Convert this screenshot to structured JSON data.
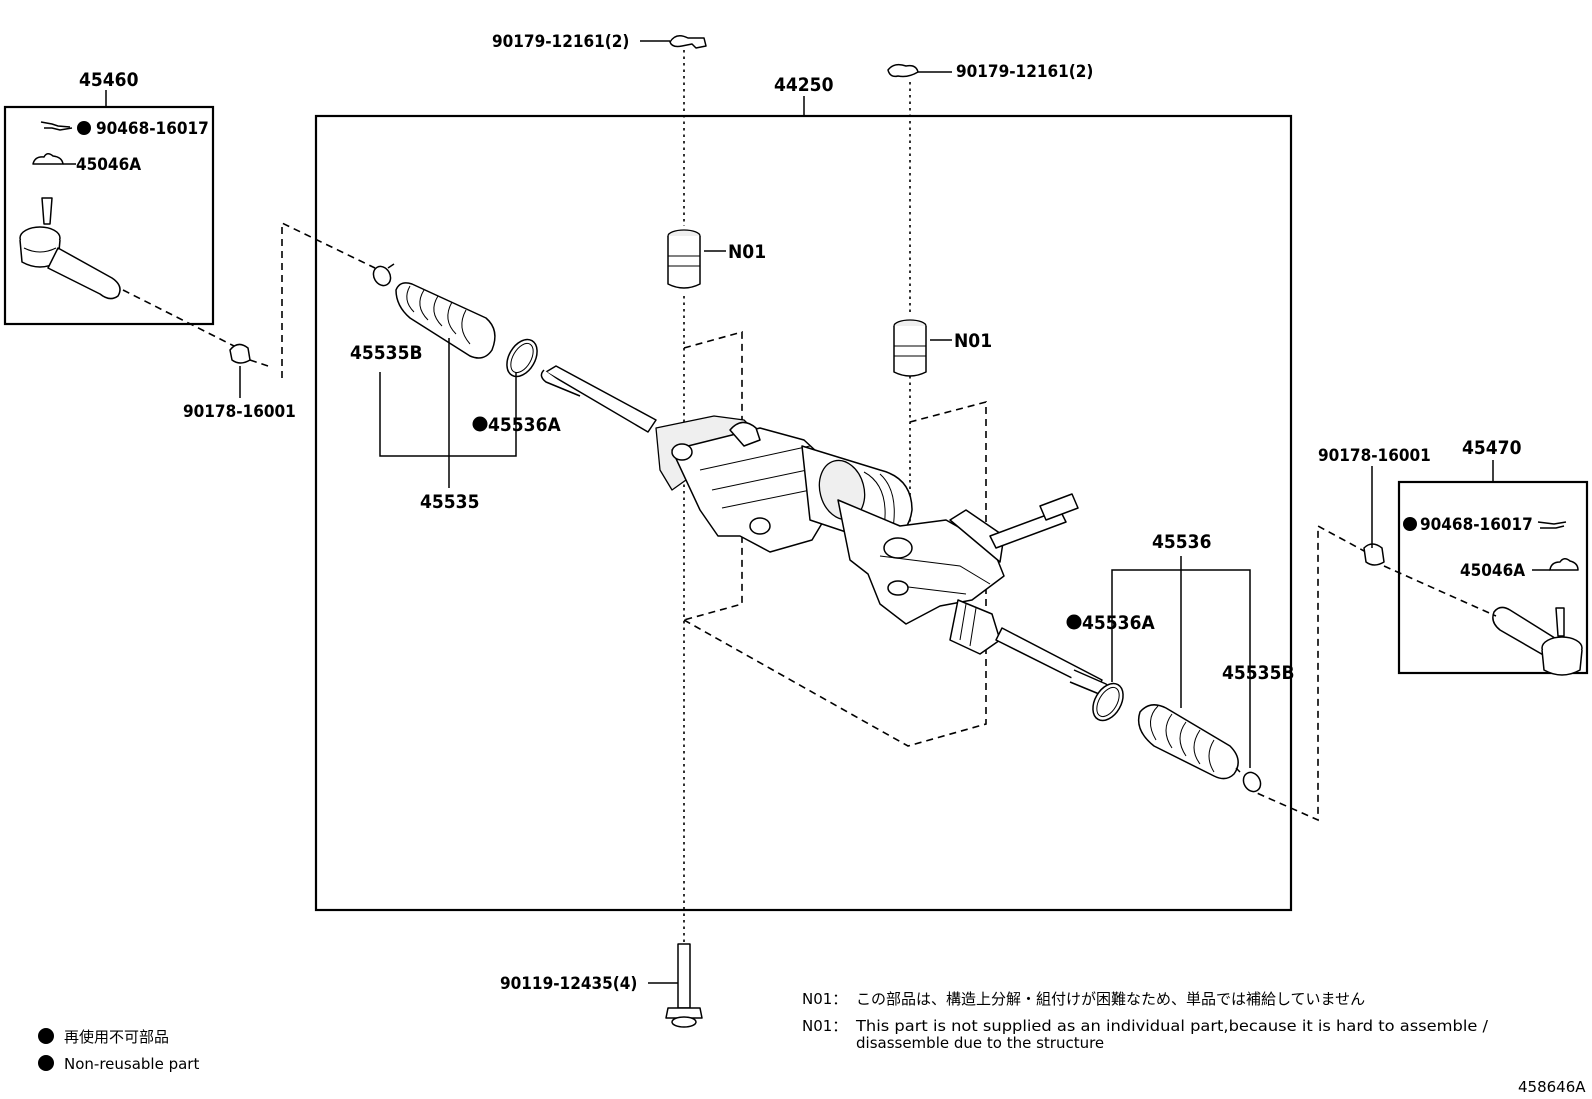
{
  "labels": {
    "assembly_main": "44250",
    "tie_rod_end_left": "45460",
    "tie_rod_end_right": "45470",
    "clip_left": "90179-12161(2)",
    "clip_right": "90179-12161(2)",
    "bushing_upper": "N01",
    "bushing_lower": "N01",
    "nut_left_box": "90468-16017",
    "cover_left_box": "45046A",
    "nut_right_box": "90468-16017",
    "cover_right_box": "45046A",
    "cap_left": "90178-16001",
    "cap_right": "90178-16001",
    "boot_clamp_left": "45535B",
    "boot_ring_left": "45536A",
    "boot_kit_left": "45535",
    "boot_kit_right": "45536",
    "boot_ring_right": "45536A",
    "boot_clamp_right": "45535B",
    "bolt": "90119-12435(4)"
  },
  "notes": {
    "n01_jp_key": "N01：",
    "n01_jp": "この部品は、構造上分解・組付けが困難なため、単品では補給していません",
    "n01_en_key": "N01：",
    "n01_en_line1": "This part is not supplied as an individual part,because it is hard to assemble /",
    "n01_en_line2": "disassemble due to the structure"
  },
  "legend": {
    "jp": "再使用不可部品",
    "en": "Non-reusable part"
  },
  "figure_code": "458646A"
}
